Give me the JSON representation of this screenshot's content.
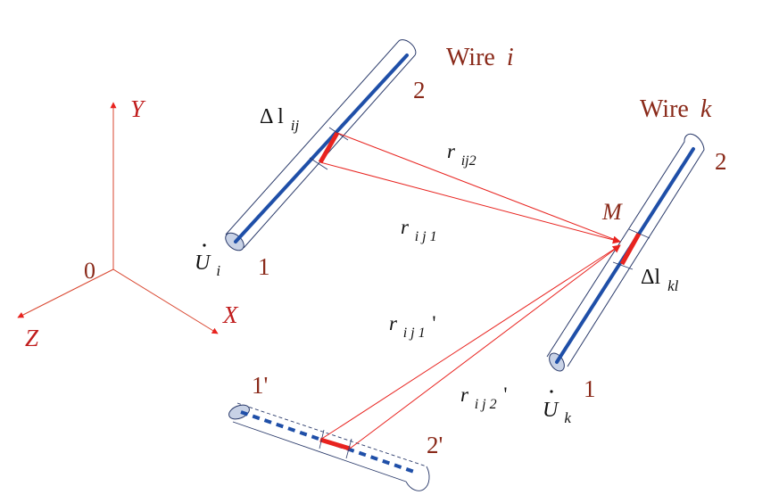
{
  "axes": {
    "origin": "0",
    "x": "X",
    "y": "Y",
    "z": "Z"
  },
  "wire_i": {
    "name": "Wire",
    "index": "i",
    "end1": "1",
    "end2": "2",
    "segment": "Δ l",
    "segment_sub": "ij",
    "voltage": "U",
    "voltage_sub": "i"
  },
  "wire_k": {
    "name": "Wire",
    "index": "k",
    "end1": "1",
    "end2": "2",
    "segment": "Δl",
    "segment_sub": "kl",
    "voltage": "U",
    "voltage_sub": "k",
    "point": "M"
  },
  "image_wire": {
    "end1": "1'",
    "end2": "2'"
  },
  "distances": {
    "r2": "r",
    "r2_sub": "ij2",
    "r1": "r",
    "r1_sub": "i j 1",
    "r1_img": "r",
    "r1_img_sub": "i j 1",
    "r1_img_prime": "'",
    "r2_img": "r",
    "r2_img_sub": "i j 2",
    "r2_img_prime": "'"
  },
  "colors": {
    "axis": "#d9462f",
    "wire_core": "#1f4fa8",
    "segment": "#e8231f",
    "outline": "#2a3a6a",
    "label": "#8a2a1a"
  }
}
